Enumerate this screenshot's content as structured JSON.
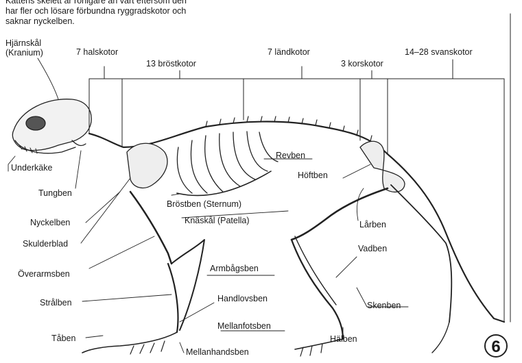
{
  "intro": [
    "Kattens skelett är rörligare än vårt eftersom den",
    "har fler och lösare förbundna ryggradskotor och",
    "saknar nyckelben."
  ],
  "labels": {
    "kranium_1": "Hjärnskål",
    "kranium_2": "(Kranium)",
    "halskotor": "7 halskotor",
    "brostkotor": "13 bröstkotor",
    "landkotor": "7 ländkotor",
    "korskotor": "3 korskotor",
    "svanskotor": "14–28 svanskotor",
    "underkake": "Underkäke",
    "tungben": "Tungben",
    "nyckelben": "Nyckelben",
    "skulderblad": "Skulderblad",
    "overarmsben": "Överarmsben",
    "stralben": "Strålben",
    "taben": "Tåben",
    "revben": "Revben",
    "hoftben": "Höftben",
    "brostben": "Bröstben (Sternum)",
    "knaskal": "Knäskål (Patella)",
    "larben": "Lårben",
    "vadben": "Vadben",
    "armbagsben": "Armbågsben",
    "handlovsben": "Handlovsben",
    "skenben": "Skenben",
    "mellanfotsben": "Mellanfotsben",
    "halben": "Hälben",
    "mellanhandsben": "Mellanhandsben"
  },
  "page_number": "6"
}
